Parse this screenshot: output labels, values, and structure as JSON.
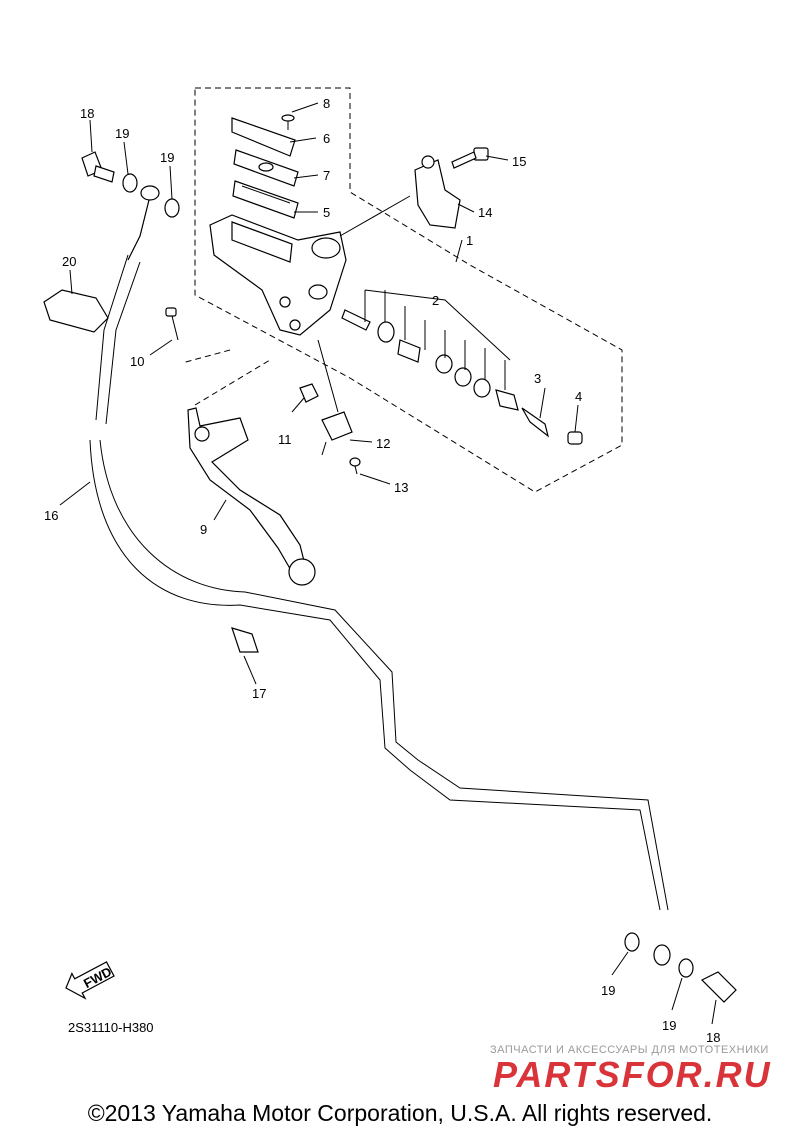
{
  "callouts": [
    "18",
    "19",
    "19",
    "20",
    "10",
    "8",
    "6",
    "7",
    "5",
    "15",
    "14",
    "1",
    "2",
    "3",
    "4",
    "11",
    "12",
    "13",
    "9",
    "16",
    "17",
    "19",
    "19",
    "18"
  ],
  "fwd_label": "FWD",
  "diagram_code": "2S31110-H380",
  "watermark": {
    "tagline": "ЗАПЧАСТИ И АКСЕССУАРЫ ДЛЯ МОТОТЕХНИКИ",
    "logo_text": "PARTSFOR.RU",
    "logo_color": "#d9343a"
  },
  "copyright": "©2013 Yamaha Motor Corporation, U.S.A. All rights reserved."
}
